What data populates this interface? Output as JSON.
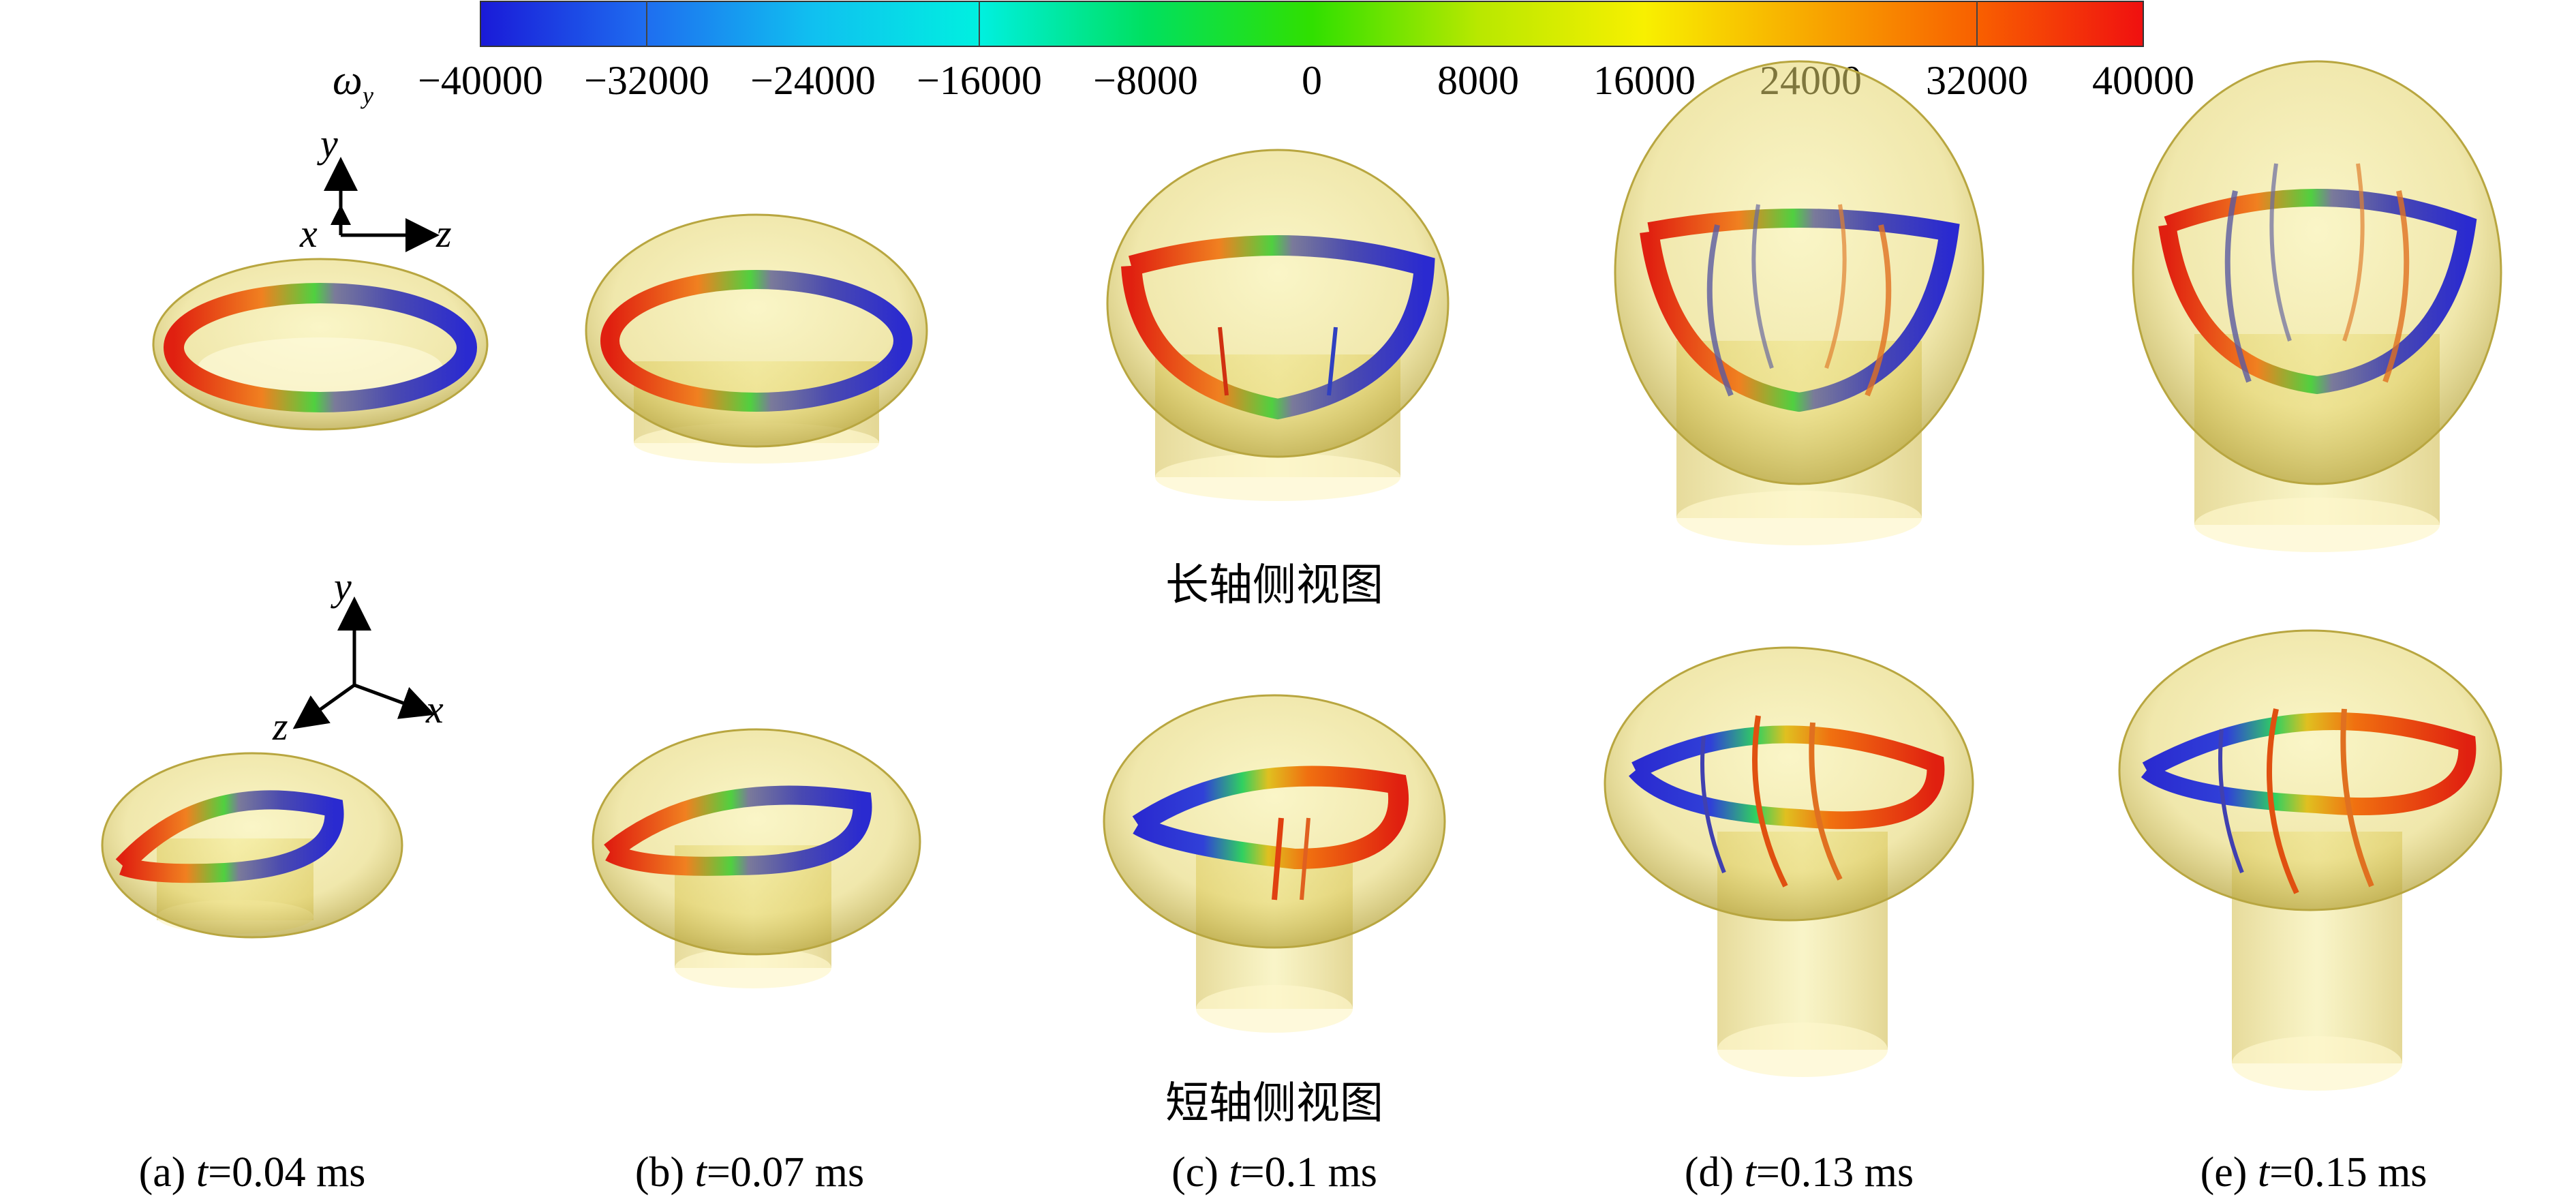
{
  "colorbar": {
    "variable": "ω",
    "subscript": "y",
    "ticks": [
      "−40000",
      "−32000",
      "−24000",
      "−16000",
      "−8000",
      "0",
      "8000",
      "16000",
      "24000",
      "32000",
      "40000"
    ],
    "colors": [
      "#1a1ad8",
      "#1e6ef0",
      "#10c0f0",
      "#00f0e0",
      "#00e060",
      "#30e000",
      "#b8e800",
      "#f8f000",
      "#f8a800",
      "#f86000",
      "#f01010"
    ]
  },
  "rows": [
    {
      "label": "长轴侧视图",
      "axes": {
        "up": "y",
        "right": "z",
        "center": "x"
      }
    },
    {
      "label": "短轴侧视图",
      "axes": {
        "up": "y",
        "right": "x",
        "left": "z"
      }
    }
  ],
  "panels": [
    {
      "prefix": "(a) ",
      "t": "t",
      "value": "=0.04 ms"
    },
    {
      "prefix": "(b) ",
      "t": "t",
      "value": "=0.07 ms"
    },
    {
      "prefix": "(c) ",
      "t": "t",
      "value": "=0.1 ms"
    },
    {
      "prefix": "(d) ",
      "t": "t",
      "value": "=0.13 ms"
    },
    {
      "prefix": "(e) ",
      "t": "t",
      "value": "=0.15 ms"
    }
  ]
}
